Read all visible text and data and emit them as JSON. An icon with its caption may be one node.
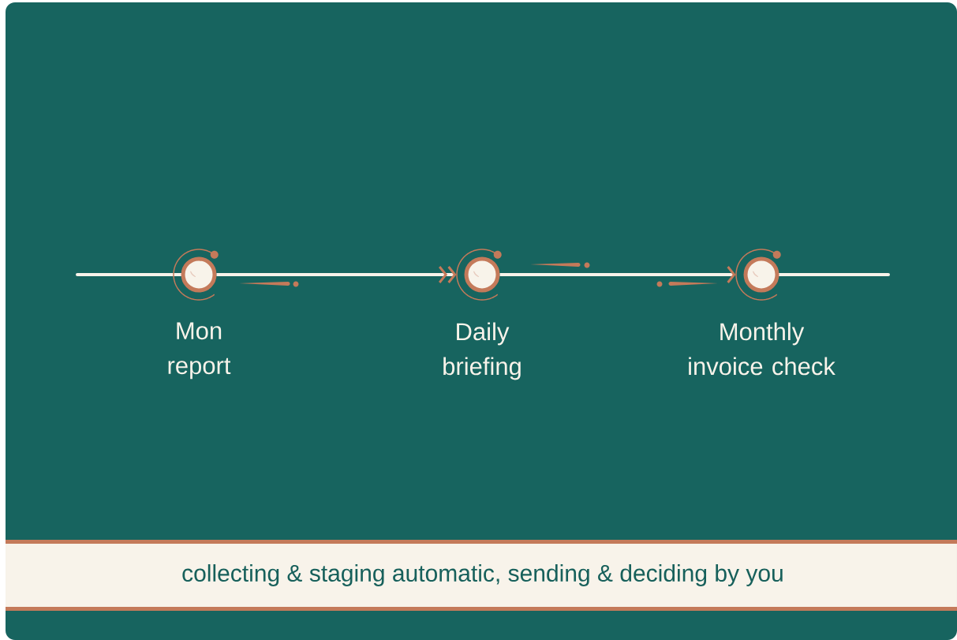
{
  "diagram": {
    "nodes": [
      {
        "text": [],
        "shape": "circle",
        "beside": [
          "Mon report"
        ]
      },
      {
        "text": [],
        "shape": "circle",
        "beside": [
          "Daily briefing"
        ]
      },
      {
        "text": [],
        "shape": "circle",
        "beside": [
          "Monthly invoice check"
        ]
      }
    ],
    "edges": [
      {
        "from": 0,
        "to": 1,
        "arrow": "to"
      },
      {
        "from": 1,
        "to": 2,
        "arrow": "to"
      }
    ],
    "labels": [
      "collecting & staging automatic, sending & deciding by you"
    ]
  }
}
